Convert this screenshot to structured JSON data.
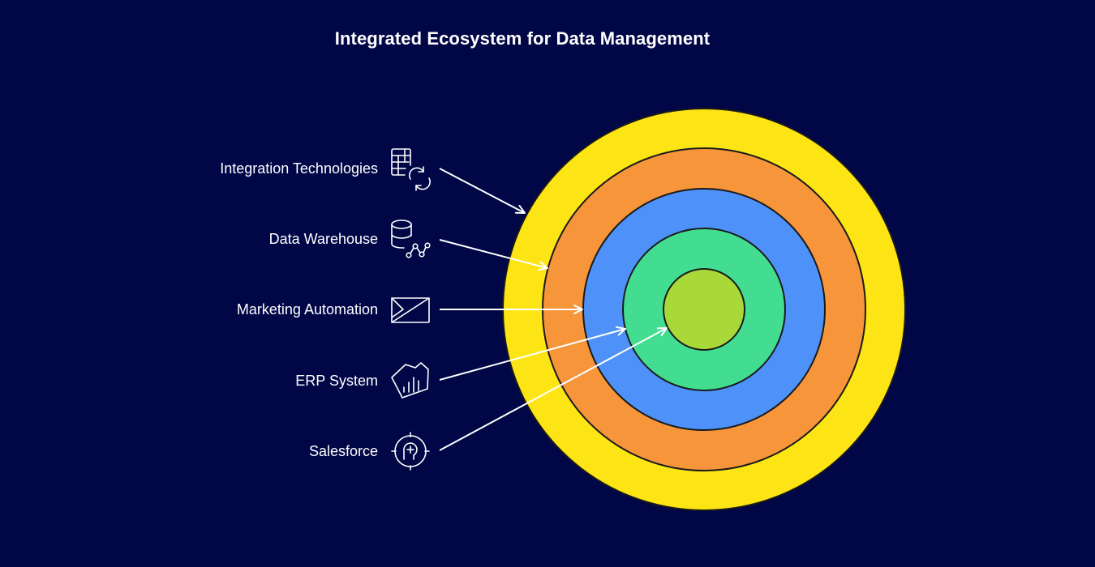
{
  "title": "Integrated Ecosystem for Data Management",
  "items": [
    {
      "label": "Integration Technologies",
      "icon": "table-sync-icon"
    },
    {
      "label": "Data Warehouse",
      "icon": "database-network-icon"
    },
    {
      "label": "Marketing Automation",
      "icon": "marketing-automation-icon"
    },
    {
      "label": "ERP System",
      "icon": "erp-chart-icon"
    },
    {
      "label": "Salesforce",
      "icon": "salesforce-target-icon"
    }
  ],
  "rings": [
    {
      "name": "Integration Technologies",
      "color": "#FDE414"
    },
    {
      "name": "Data Warehouse",
      "color": "#F6953A"
    },
    {
      "name": "Marketing Automation",
      "color": "#4E92F9"
    },
    {
      "name": "ERP System",
      "color": "#43DD92"
    },
    {
      "name": "Salesforce",
      "color": "#A8D939"
    }
  ],
  "colors": {
    "background": "#000646",
    "arrow": "#FFFFFF",
    "ring_stroke": "#1A1A1A"
  }
}
